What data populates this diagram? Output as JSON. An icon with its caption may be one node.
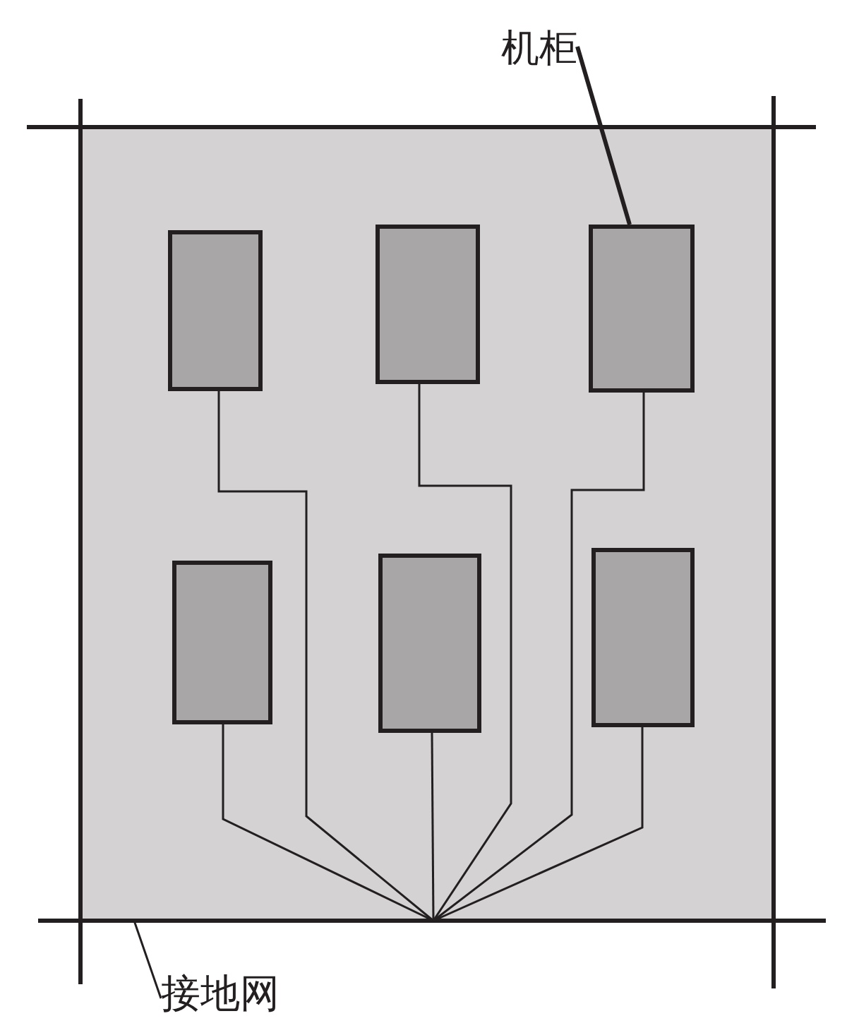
{
  "diagram": {
    "nodes": [
      {
        "text": [
          "机柜"
        ]
      },
      {
        "text": [],
        "shape": "box"
      },
      {
        "text": [],
        "shape": "box",
        "in": 1
      },
      {
        "text": [],
        "shape": "box",
        "in": 1
      },
      {
        "text": [],
        "shape": "box",
        "in": 1
      },
      {
        "text": [],
        "shape": "box",
        "in": 1
      },
      {
        "text": [],
        "shape": "box",
        "in": 1
      },
      {
        "text": [],
        "shape": "box",
        "in": 1
      },
      {
        "text": [
          "接地网"
        ]
      }
    ],
    "edges": [
      {
        "from": 0,
        "to": 4,
        "arrow": "none",
        "style": "thick"
      },
      {
        "from": 2,
        "to": 1,
        "arrow": "none"
      },
      {
        "from": 3,
        "to": 1,
        "arrow": "none"
      },
      {
        "from": 4,
        "to": 1,
        "arrow": "none"
      },
      {
        "from": 5,
        "to": 1,
        "arrow": "none"
      },
      {
        "from": 6,
        "to": 1,
        "arrow": "none"
      },
      {
        "from": 7,
        "to": 1,
        "arrow": "none"
      },
      {
        "from": 8,
        "to": 1,
        "arrow": "none"
      }
    ]
  }
}
